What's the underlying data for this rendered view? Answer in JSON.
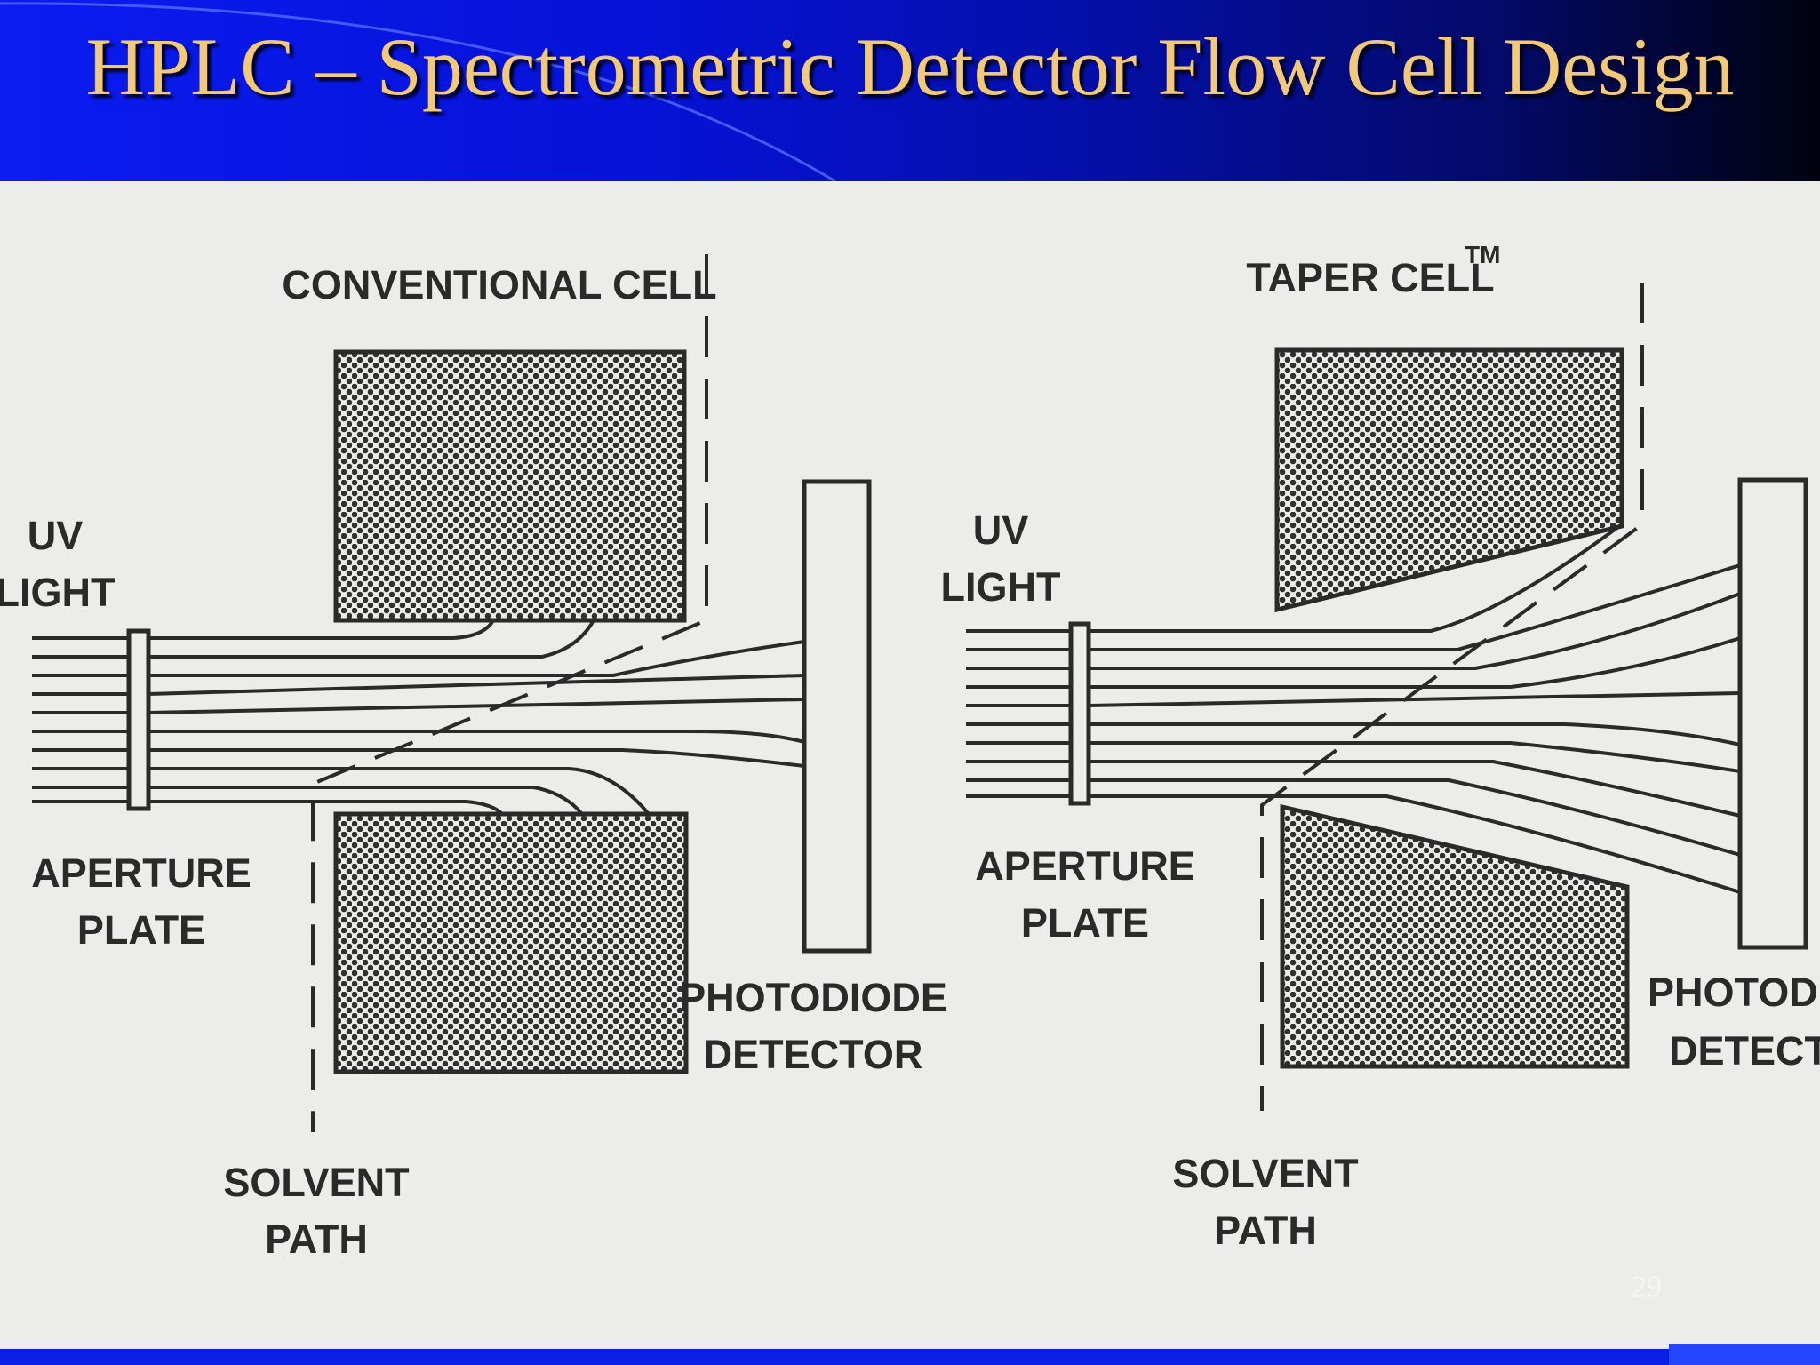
{
  "slide": {
    "title": "HPLC – Spectrometric Detector Flow Cell Design",
    "page_number": "29"
  },
  "colors": {
    "header_blue": "#0a1cf0",
    "title_gold": "#f2c978",
    "diagram_background": "#ececea",
    "line_ink": "#2a2a2a"
  },
  "diagram": {
    "conventional": {
      "cell_label": "CONVENTIONAL CELL",
      "light_label": [
        "UV",
        "LIGHT"
      ],
      "aperture_label": [
        "APERTURE",
        "PLATE"
      ],
      "detector_label": [
        "PHOTODIODE",
        "DETECTOR"
      ],
      "solvent_label": [
        "SOLVENT",
        "PATH"
      ]
    },
    "taper": {
      "cell_label": "TAPER CELL",
      "cell_label_mark": "TM",
      "light_label": [
        "UV",
        "LIGHT"
      ],
      "aperture_label": [
        "APERTURE",
        "PLATE"
      ],
      "detector_label": [
        "PHOTODIO",
        "DETECTO"
      ],
      "solvent_label": [
        "SOLVENT",
        "PATH"
      ]
    }
  }
}
